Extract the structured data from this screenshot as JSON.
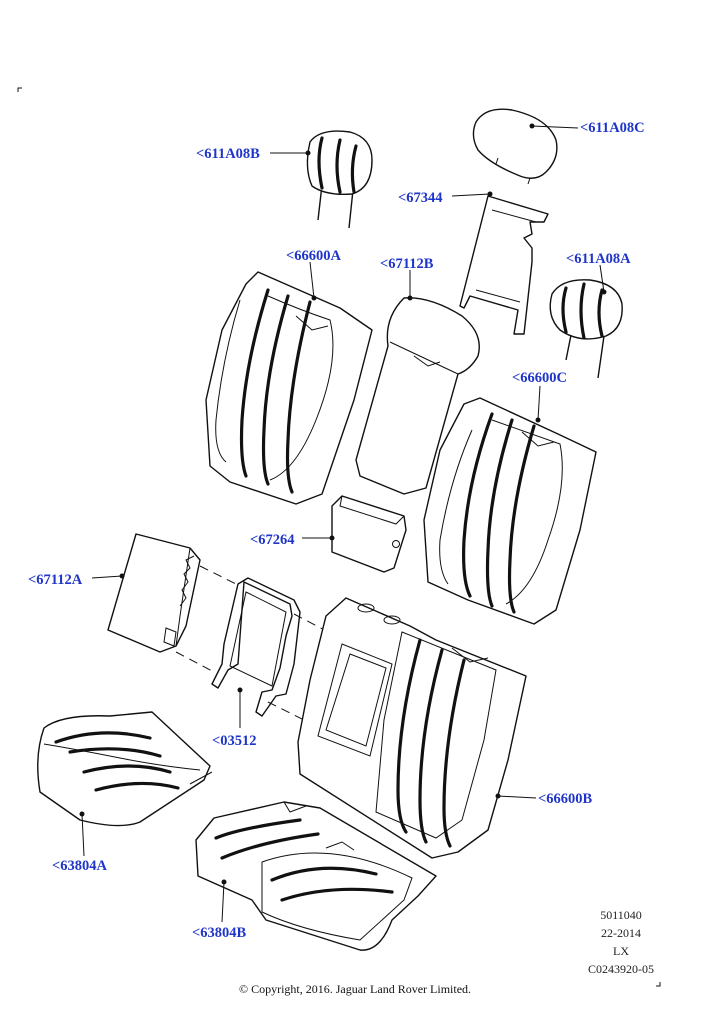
{
  "callouts": [
    {
      "label": "<611A08B"
    },
    {
      "label": "<611A08C"
    },
    {
      "label": "<67344"
    },
    {
      "label": "<66600A"
    },
    {
      "label": "<67112B"
    },
    {
      "label": "<611A08A"
    },
    {
      "label": "<66600C"
    },
    {
      "label": "<67264"
    },
    {
      "label": "<67112A"
    },
    {
      "label": "<03512"
    },
    {
      "label": "<66600B"
    },
    {
      "label": "<63804A"
    },
    {
      "label": "<63804B"
    }
  ],
  "meta": {
    "line1": "5011040",
    "line2": "22-2014",
    "line3": "LX",
    "line4": "C0243920-05"
  },
  "copyright": "© Copyright, 2016. Jaguar Land Rover Limited."
}
